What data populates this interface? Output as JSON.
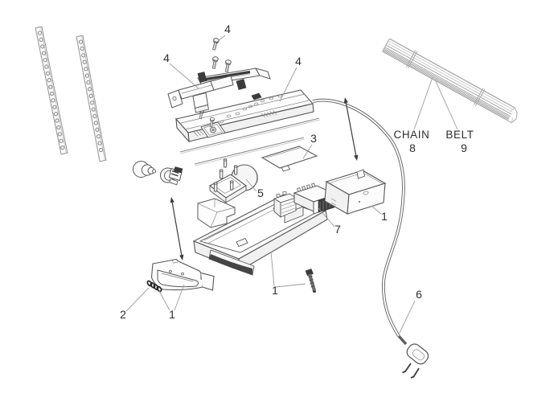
{
  "diagram": {
    "kind": "exploded-parts-diagram",
    "colors": {
      "background": "#ffffff",
      "part_line": "#565656",
      "light_line": "#a9a9a9",
      "leader_line": "#9b9b9b",
      "label_text": "#2d2d2d",
      "dark_fill": "#3c3c3c"
    },
    "callouts": {
      "screw_top": "4",
      "mounting_bracket": "4",
      "top_cover": "4",
      "light_lens_panel": "3",
      "motor": "5",
      "transformer": "7",
      "right_end_cover": "1",
      "chassis": "1",
      "front_lens_cover": "1",
      "spring": "2",
      "power_cord": "6",
      "chain": "8",
      "belt": "9"
    },
    "labels": {
      "chain": "CHAIN",
      "belt": "BELT"
    }
  }
}
